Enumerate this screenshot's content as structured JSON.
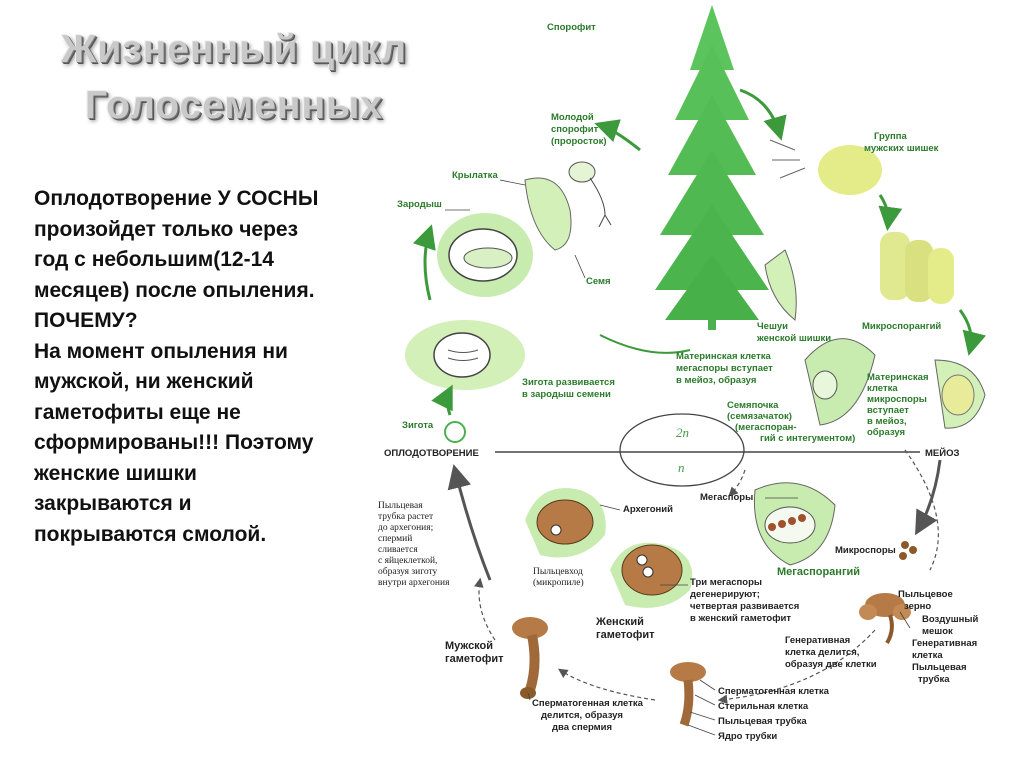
{
  "slide": {
    "title_line1": "Жизненный цикл",
    "title_line2": "Голосеменных",
    "body": "Оплодотворение  У СОСНЫ произойдет только через год с небольшим(12-14 месяцев) после опыления. ПОЧЕМУ?\n На момент опыления ни мужской, ни женский гаметофиты еще не сформированы!!! Поэтому женские шишки  закрываются и покрываются смолой."
  },
  "diagram": {
    "sporophyte": "Спорофит",
    "young_sporophyte": [
      "Молодой",
      "спорофит",
      "(проросток)"
    ],
    "wing": "Крылатка",
    "embryo": "Зародыш",
    "seed": "Семя",
    "male_cones": [
      "Группа",
      "мужских шишек"
    ],
    "female_scales": [
      "Чешуи",
      "женской шишки"
    ],
    "microsporangium": "Микроспорангий",
    "megaspore_mother": [
      "Материнская клетка",
      "мегаспоры вступает",
      "в мейоз, образуя"
    ],
    "microspore_mother": [
      "Материнская",
      "клетка",
      "микроспоры",
      "вступает",
      "в мейоз,",
      "образуя"
    ],
    "ovule": [
      "Семяпочка",
      "(семязачаток)",
      "(мегаспоран-",
      "гий с    интегументом)"
    ],
    "zygote_develops": [
      "Зигота развивается",
      "в зародыш семени"
    ],
    "zygote": "Зигота",
    "fertilization": "ОПЛОДОТВОРЕНИЕ",
    "meiosis": "МЕЙОЗ",
    "ploidy_2n": "2n",
    "ploidy_n": "n",
    "megaspores": "Мегаспоры",
    "archegonium": "Архегоний",
    "megasporangium": "Мегаспорангий",
    "microspores": "Микроспоры",
    "pollen_tube_grows": [
      "Пыльцевая",
      "трубка растет",
      "до архегония;",
      "спермий",
      "сливается",
      "с яйцеклеткой,",
      "образуя зиготу",
      "внутри архегония"
    ],
    "micropyle": [
      "Пыльцевход",
      "(микропиле)"
    ],
    "three_megaspores": [
      "Три мегаспоры",
      "дегенерируют;",
      "четвертая развивается",
      "в женский гаметофит"
    ],
    "female_gametophyte": [
      "Женский",
      "гаметофит"
    ],
    "pollen_grain": [
      "Пыльцевое",
      "зерно"
    ],
    "air_sac": [
      "Воздушный",
      "мешок"
    ],
    "generative_cell_label": [
      "Генеративная",
      "клетка"
    ],
    "pollen_tube": [
      "Пыльцевая",
      "трубка"
    ],
    "generative_divides": [
      "Генеративная",
      "клетка делится,",
      "образуя две клетки"
    ],
    "male_gametophyte": [
      "Мужской",
      "гаметофит"
    ],
    "spermatogenous_divides": [
      "Сперматогенная клетка",
      "делится, образуя",
      "два спермия"
    ],
    "spermatogenous_cell": "Сперматогенная клетка",
    "sterile_cell": "Стерильная клетка",
    "pollen_tube_2": "Пыльцевая трубка",
    "tube_nucleus": "Ядро трубки"
  }
}
